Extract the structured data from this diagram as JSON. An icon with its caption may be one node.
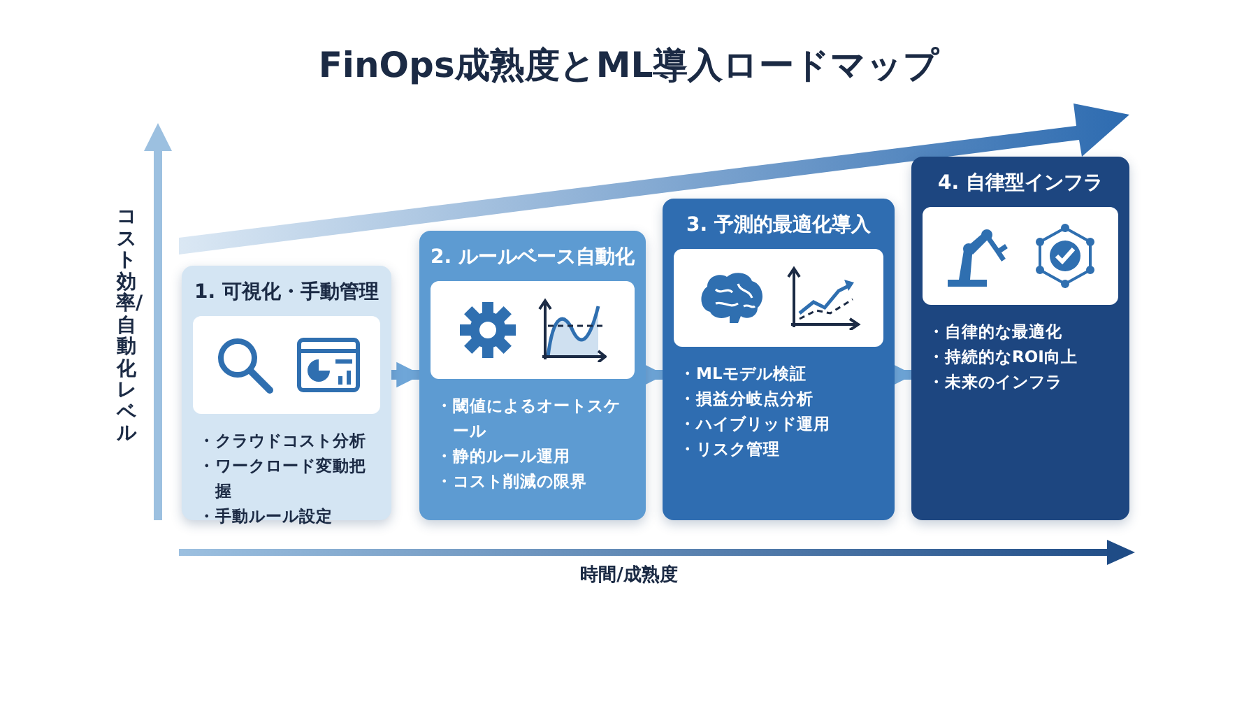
{
  "diagram": {
    "title": "FinOps成熟度とML導入ロードマップ",
    "nodes": [
      {
        "text": [
          "1. 可視化・手動管理",
          "・クラウドコスト分析",
          "・ワークロード変動把握",
          "・手動ルール設定"
        ]
      },
      {
        "text": [
          "2. ルールベース自動化",
          "・閾値によるオートスケール",
          "・静的ルール運用",
          "・コスト削減の限界"
        ]
      },
      {
        "text": [
          "3. 予測的最適化導入",
          "・MLモデル検証",
          "・損益分岐点分析",
          "・ハイブリッド運用",
          "・リスク管理"
        ]
      },
      {
        "text": [
          "4. 自律型インフラ",
          "・自律的な最適化",
          "・持続的なROI向上",
          "・未来のインフラ"
        ]
      }
    ],
    "edges": [
      {
        "from": 0,
        "to": 1,
        "arrow": "to"
      },
      {
        "from": 1,
        "to": 2,
        "arrow": "to"
      },
      {
        "from": 2,
        "to": 3,
        "arrow": "to"
      }
    ],
    "labels": [
      "コスト効率/自動化レベル",
      "時間/成熟度"
    ]
  }
}
